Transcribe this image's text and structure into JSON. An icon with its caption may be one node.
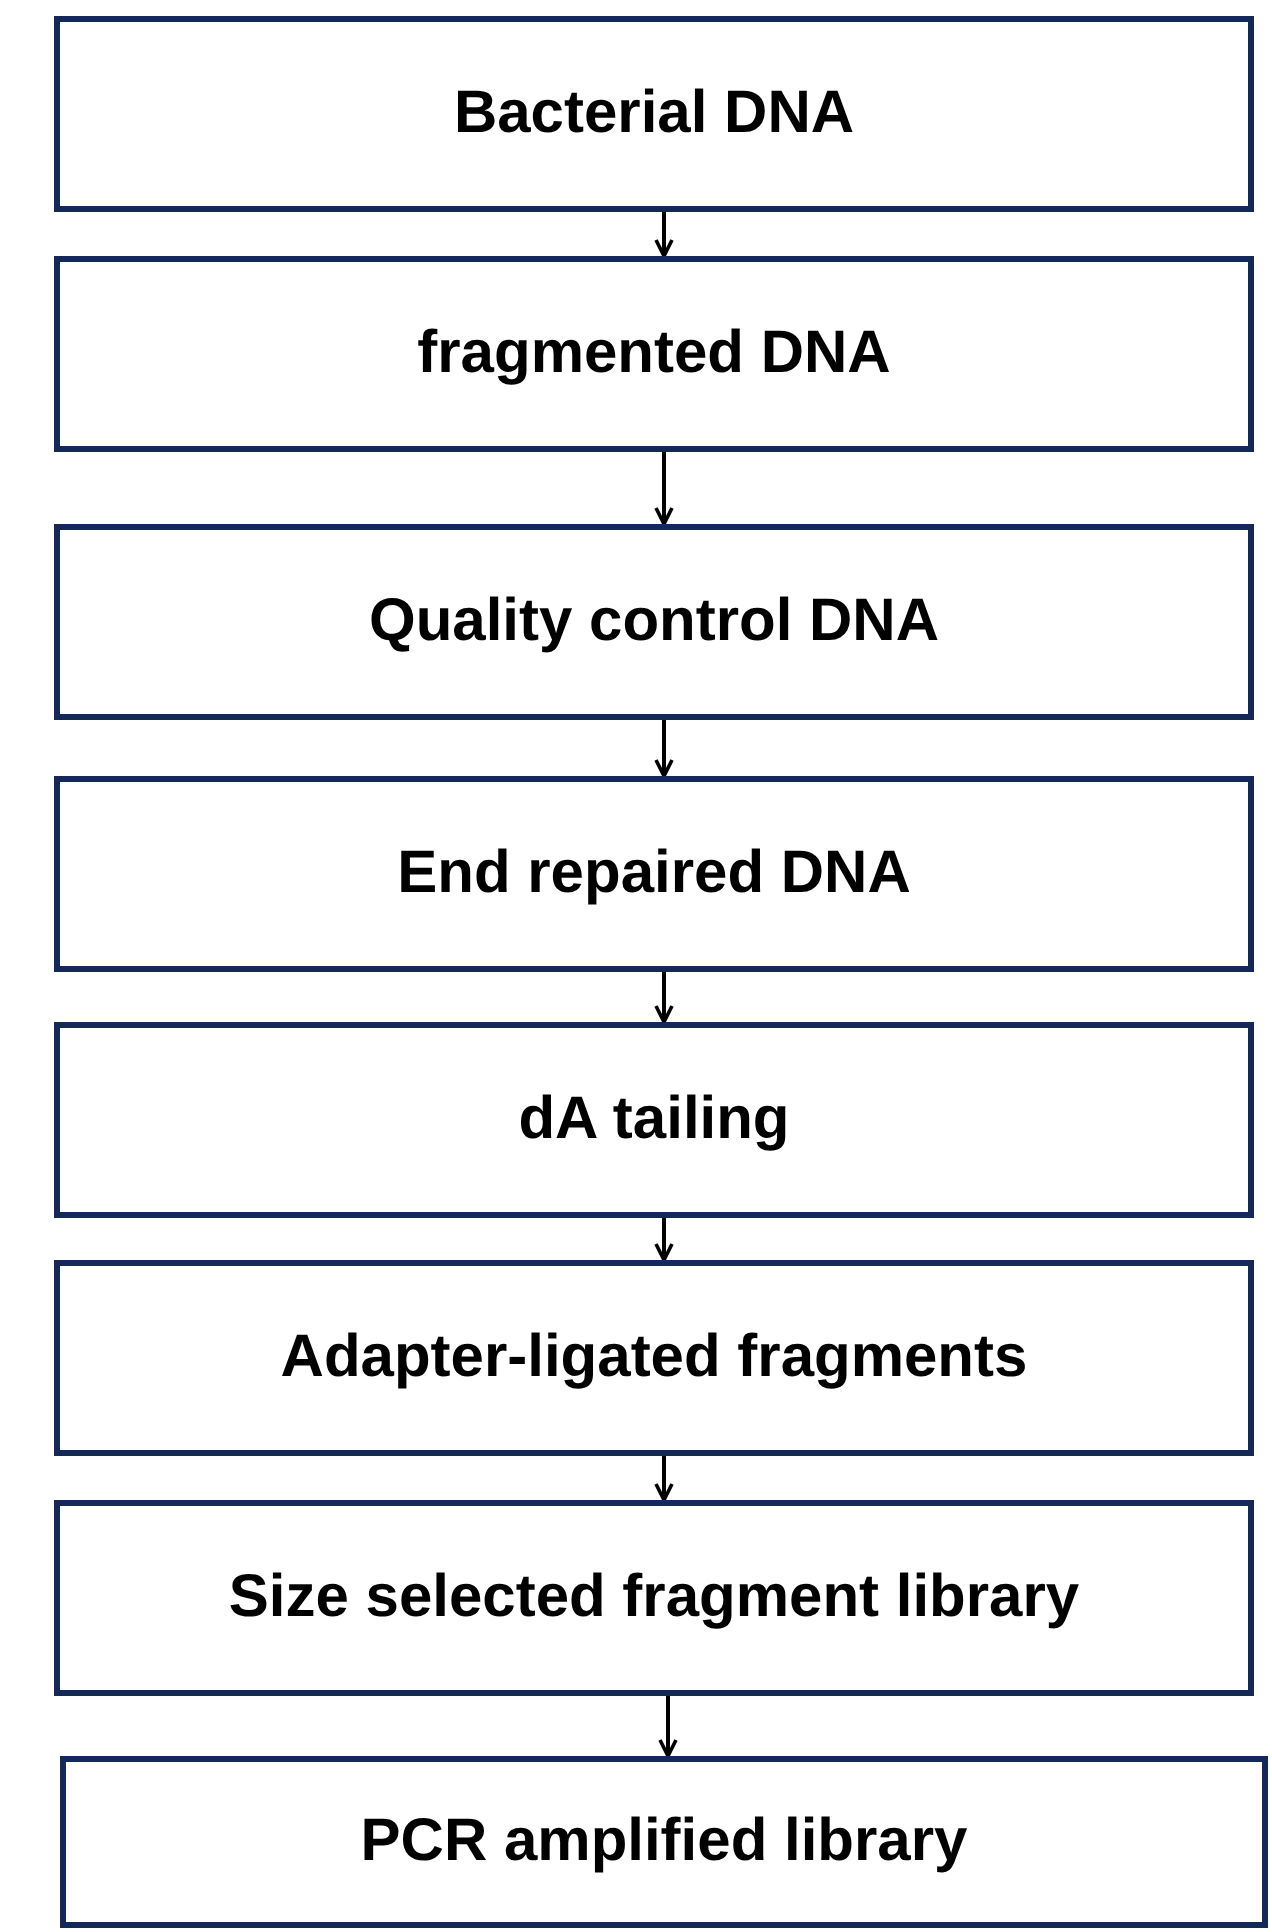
{
  "diagram": {
    "nodes": [
      {
        "text": [
          "Bacterial DNA"
        ]
      },
      {
        "text": [
          "fragmented DNA"
        ]
      },
      {
        "text": [
          "Quality control DNA"
        ]
      },
      {
        "text": [
          "End repaired DNA"
        ]
      },
      {
        "text": [
          "dA tailing"
        ]
      },
      {
        "text": [
          "Adapter-ligated fragments"
        ]
      },
      {
        "text": [
          "Size selected fragment library"
        ]
      },
      {
        "text": [
          "PCR amplified library"
        ]
      }
    ],
    "edges": [
      {
        "from": 0,
        "to": 1,
        "arrow": "to"
      },
      {
        "from": 1,
        "to": 2,
        "arrow": "to"
      },
      {
        "from": 2,
        "to": 3,
        "arrow": "to"
      },
      {
        "from": 3,
        "to": 4,
        "arrow": "to"
      },
      {
        "from": 4,
        "to": 5,
        "arrow": "to"
      },
      {
        "from": 5,
        "to": 6,
        "arrow": "to"
      },
      {
        "from": 6,
        "to": 7,
        "arrow": "to"
      }
    ]
  }
}
